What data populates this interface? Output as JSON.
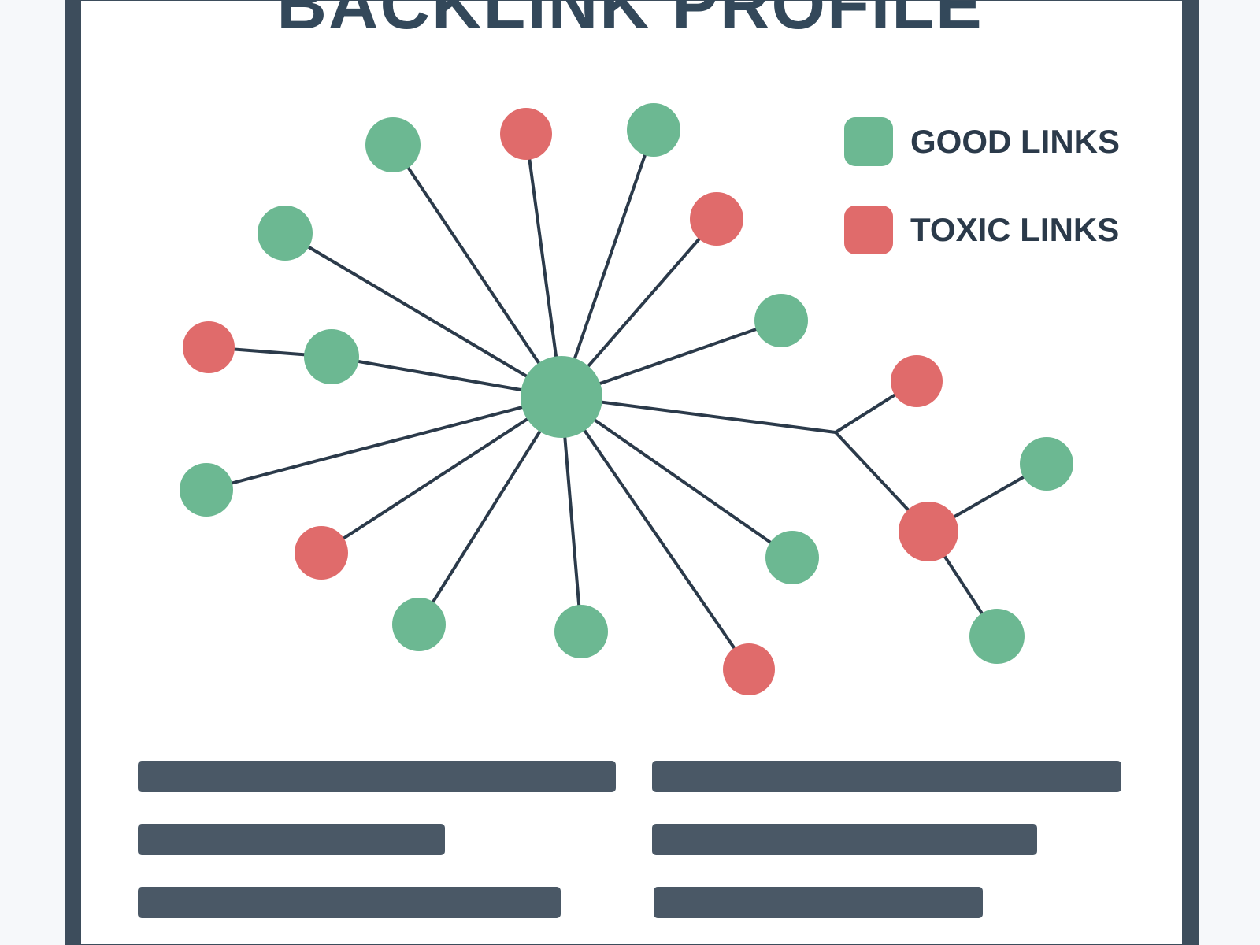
{
  "title": "BACKLINK PROFILE",
  "colors": {
    "good": "#6cb892",
    "toxic": "#e06b6b",
    "edge": "#2b3a4a",
    "frame": "#3d4d5c",
    "text_bar": "#4a5866"
  },
  "legend": {
    "good_label": "GOOD LINKS",
    "toxic_label": "TOXIC LINKS"
  },
  "nodes": [
    {
      "id": "hub",
      "status": "good",
      "role": "target-site"
    },
    {
      "id": "n1",
      "status": "good"
    },
    {
      "id": "n2",
      "status": "toxic"
    },
    {
      "id": "n3",
      "status": "good"
    },
    {
      "id": "n4",
      "status": "toxic"
    },
    {
      "id": "n5",
      "status": "good"
    },
    {
      "id": "n6",
      "status": "good"
    },
    {
      "id": "n7",
      "status": "good"
    },
    {
      "id": "n8",
      "status": "toxic"
    },
    {
      "id": "n9",
      "status": "good"
    },
    {
      "id": "n10",
      "status": "toxic"
    },
    {
      "id": "n11",
      "status": "good"
    },
    {
      "id": "n12",
      "status": "good"
    },
    {
      "id": "n13",
      "status": "toxic"
    },
    {
      "id": "n14",
      "status": "good"
    },
    {
      "id": "n15",
      "status": "toxic"
    },
    {
      "id": "n16",
      "status": "toxic"
    },
    {
      "id": "n17",
      "status": "good"
    },
    {
      "id": "n18",
      "status": "good"
    },
    {
      "id": "junction",
      "status": "branch-point"
    }
  ],
  "edges": [
    [
      "hub",
      "n1"
    ],
    [
      "hub",
      "n2"
    ],
    [
      "hub",
      "n3"
    ],
    [
      "hub",
      "n4"
    ],
    [
      "hub",
      "n5"
    ],
    [
      "hub",
      "n6"
    ],
    [
      "hub",
      "n7"
    ],
    [
      "n7",
      "n8"
    ],
    [
      "hub",
      "n9"
    ],
    [
      "hub",
      "n10"
    ],
    [
      "hub",
      "n11"
    ],
    [
      "hub",
      "n12"
    ],
    [
      "hub",
      "n13"
    ],
    [
      "hub",
      "n14"
    ],
    [
      "hub",
      "junction"
    ],
    [
      "junction",
      "n15"
    ],
    [
      "junction",
      "n16"
    ],
    [
      "n16",
      "n17"
    ],
    [
      "n16",
      "n18"
    ]
  ]
}
